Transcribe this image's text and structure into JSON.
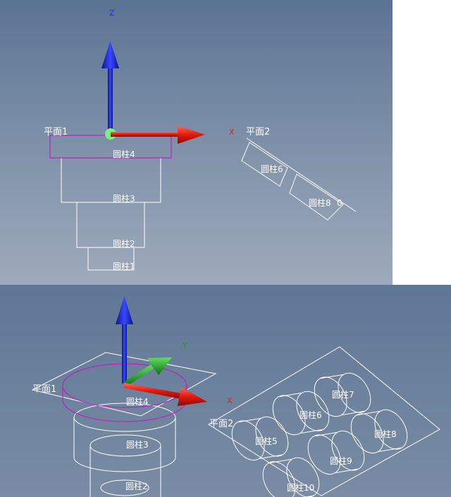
{
  "top_view": {
    "axis_z": "Z",
    "axis_x": "X",
    "plane1": "平面1",
    "plane2": "平面2",
    "cyl4": "圆柱4",
    "cyl3": "圆柱3",
    "cyl2": "圆柱2",
    "cyl1": "圆柱1",
    "cyl6": "圆柱6",
    "cyl8": "圆柱8",
    "cyl10_frag": "0"
  },
  "bottom_view": {
    "axis_y": "Y",
    "axis_x": "X",
    "plane1": "平面1",
    "plane2": "平面2",
    "cyl4": "圆柱4",
    "cyl3": "圆柱3",
    "cyl2": "圆柱2",
    "cyl5": "圆柱5",
    "cyl6": "圆柱6",
    "cyl7": "圆柱7",
    "cyl8": "圆柱8",
    "cyl9": "圆柱9",
    "cyl10": "圆柱10"
  },
  "colors": {
    "axis_z": "#1f2fe0",
    "axis_x": "#e8201a",
    "axis_y": "#1fa31f",
    "selection": "#c020c0",
    "wire": "#ffffff"
  }
}
